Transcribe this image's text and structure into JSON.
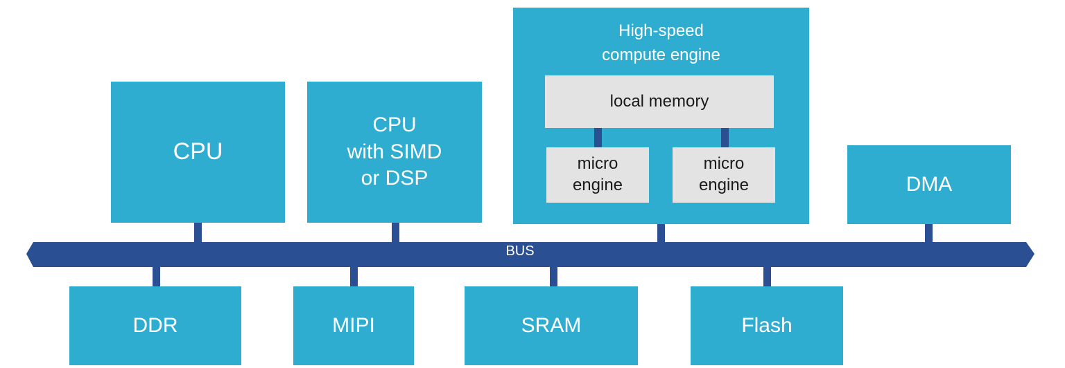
{
  "colors": {
    "block": "#2fadd1",
    "bus": "#2b4f93",
    "memory_block": "#e3e3e3"
  },
  "top_blocks": {
    "cpu": "CPU",
    "cpu_simd": "CPU\nwith SIMD\nor DSP",
    "dma": "DMA"
  },
  "compute_engine": {
    "title": "High-speed\ncompute engine",
    "local_memory": "local memory",
    "micro_engine_1": "micro\nengine",
    "micro_engine_2": "micro\nengine"
  },
  "bus": {
    "label": "BUS"
  },
  "bottom_blocks": {
    "ddr": "DDR",
    "mipi": "MIPI",
    "sram": "SRAM",
    "flash": "Flash"
  }
}
